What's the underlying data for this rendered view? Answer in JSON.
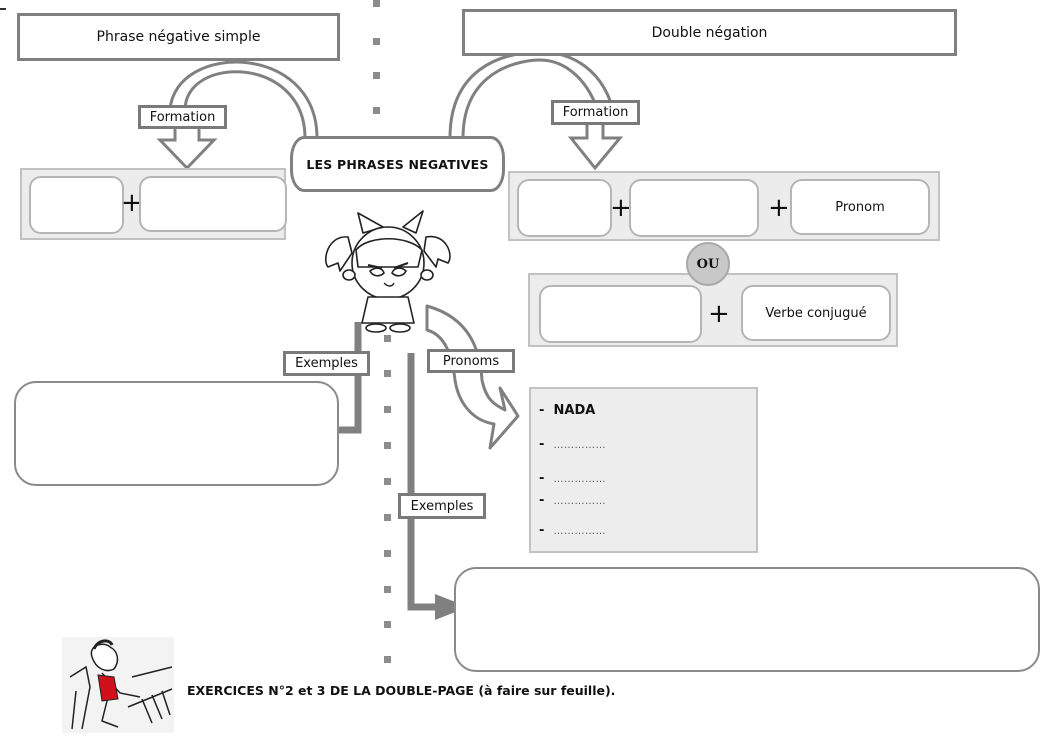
{
  "center": {
    "title": "LES PHRASES NEGATIVES"
  },
  "left": {
    "title": "Phrase négative simple",
    "formation_label": "Formation",
    "formula": {
      "slots": [
        "",
        ""
      ],
      "operators": [
        "+"
      ]
    },
    "examples_label": "Exemples",
    "examples_box": ""
  },
  "right": {
    "title": "Double négation",
    "formation_label": "Formation",
    "formula1": {
      "slots": [
        "",
        "",
        "Pronom"
      ],
      "operators": [
        "+",
        "+"
      ]
    },
    "or_label": "OU",
    "formula2": {
      "slots": [
        "",
        "Verbe conjugué"
      ],
      "operators": [
        "+"
      ]
    },
    "pronouns_label": "Pronoms",
    "pronouns": [
      {
        "dash": "-",
        "text": "NADA"
      },
      {
        "dash": "-",
        "text": "……………"
      },
      {
        "dash": "-",
        "text": "……………"
      },
      {
        "dash": "-",
        "text": "……………"
      },
      {
        "dash": "-",
        "text": "……………"
      }
    ],
    "examples_label": "Exemples",
    "examples_box": ""
  },
  "footer": {
    "exercise_text": "EXERCICES N°2 et 3 DE LA DOUBLE-PAGE (à faire sur feuille)."
  },
  "colors": {
    "stroke": "#808080",
    "panel": "#ececec",
    "accent_red": "#d0101a"
  }
}
